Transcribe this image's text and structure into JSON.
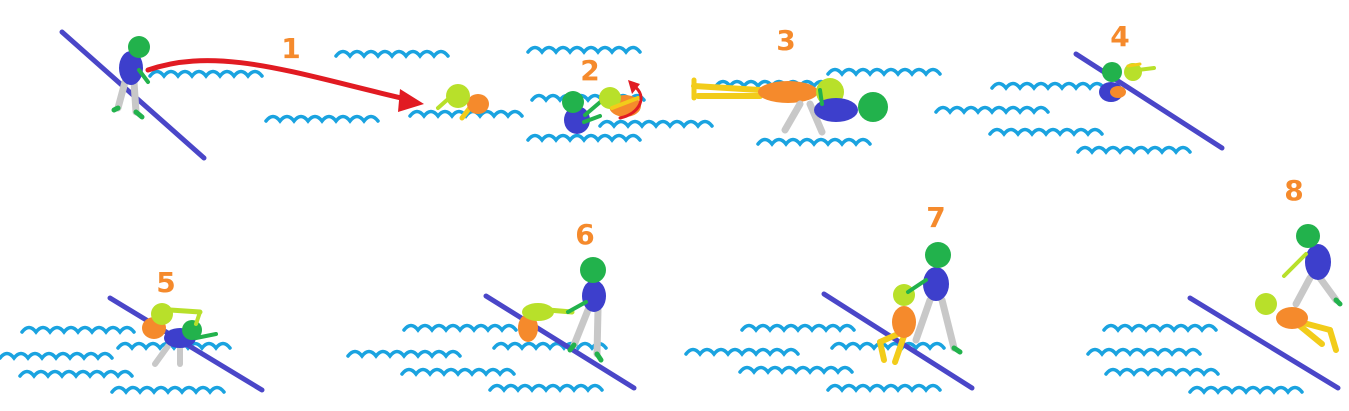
{
  "steps": [
    {
      "number": "1"
    },
    {
      "number": "2"
    },
    {
      "number": "3"
    },
    {
      "number": "4"
    },
    {
      "number": "5"
    },
    {
      "number": "6"
    },
    {
      "number": "7"
    },
    {
      "number": "8"
    }
  ],
  "colors": {
    "background": "#ffffff",
    "step_number": "#f58a2c",
    "water": "#1aa3e0",
    "shore_line": "#4a46c8",
    "rescuer_head": "#22b24c",
    "rescuer_body": "#3d3fcc",
    "rescuer_legs": "#c8c8c8",
    "victim_head": "#b8e02a",
    "victim_body": "#f58a2c",
    "victim_legs": "#f2cc1a",
    "arrow": "#e11b22"
  }
}
